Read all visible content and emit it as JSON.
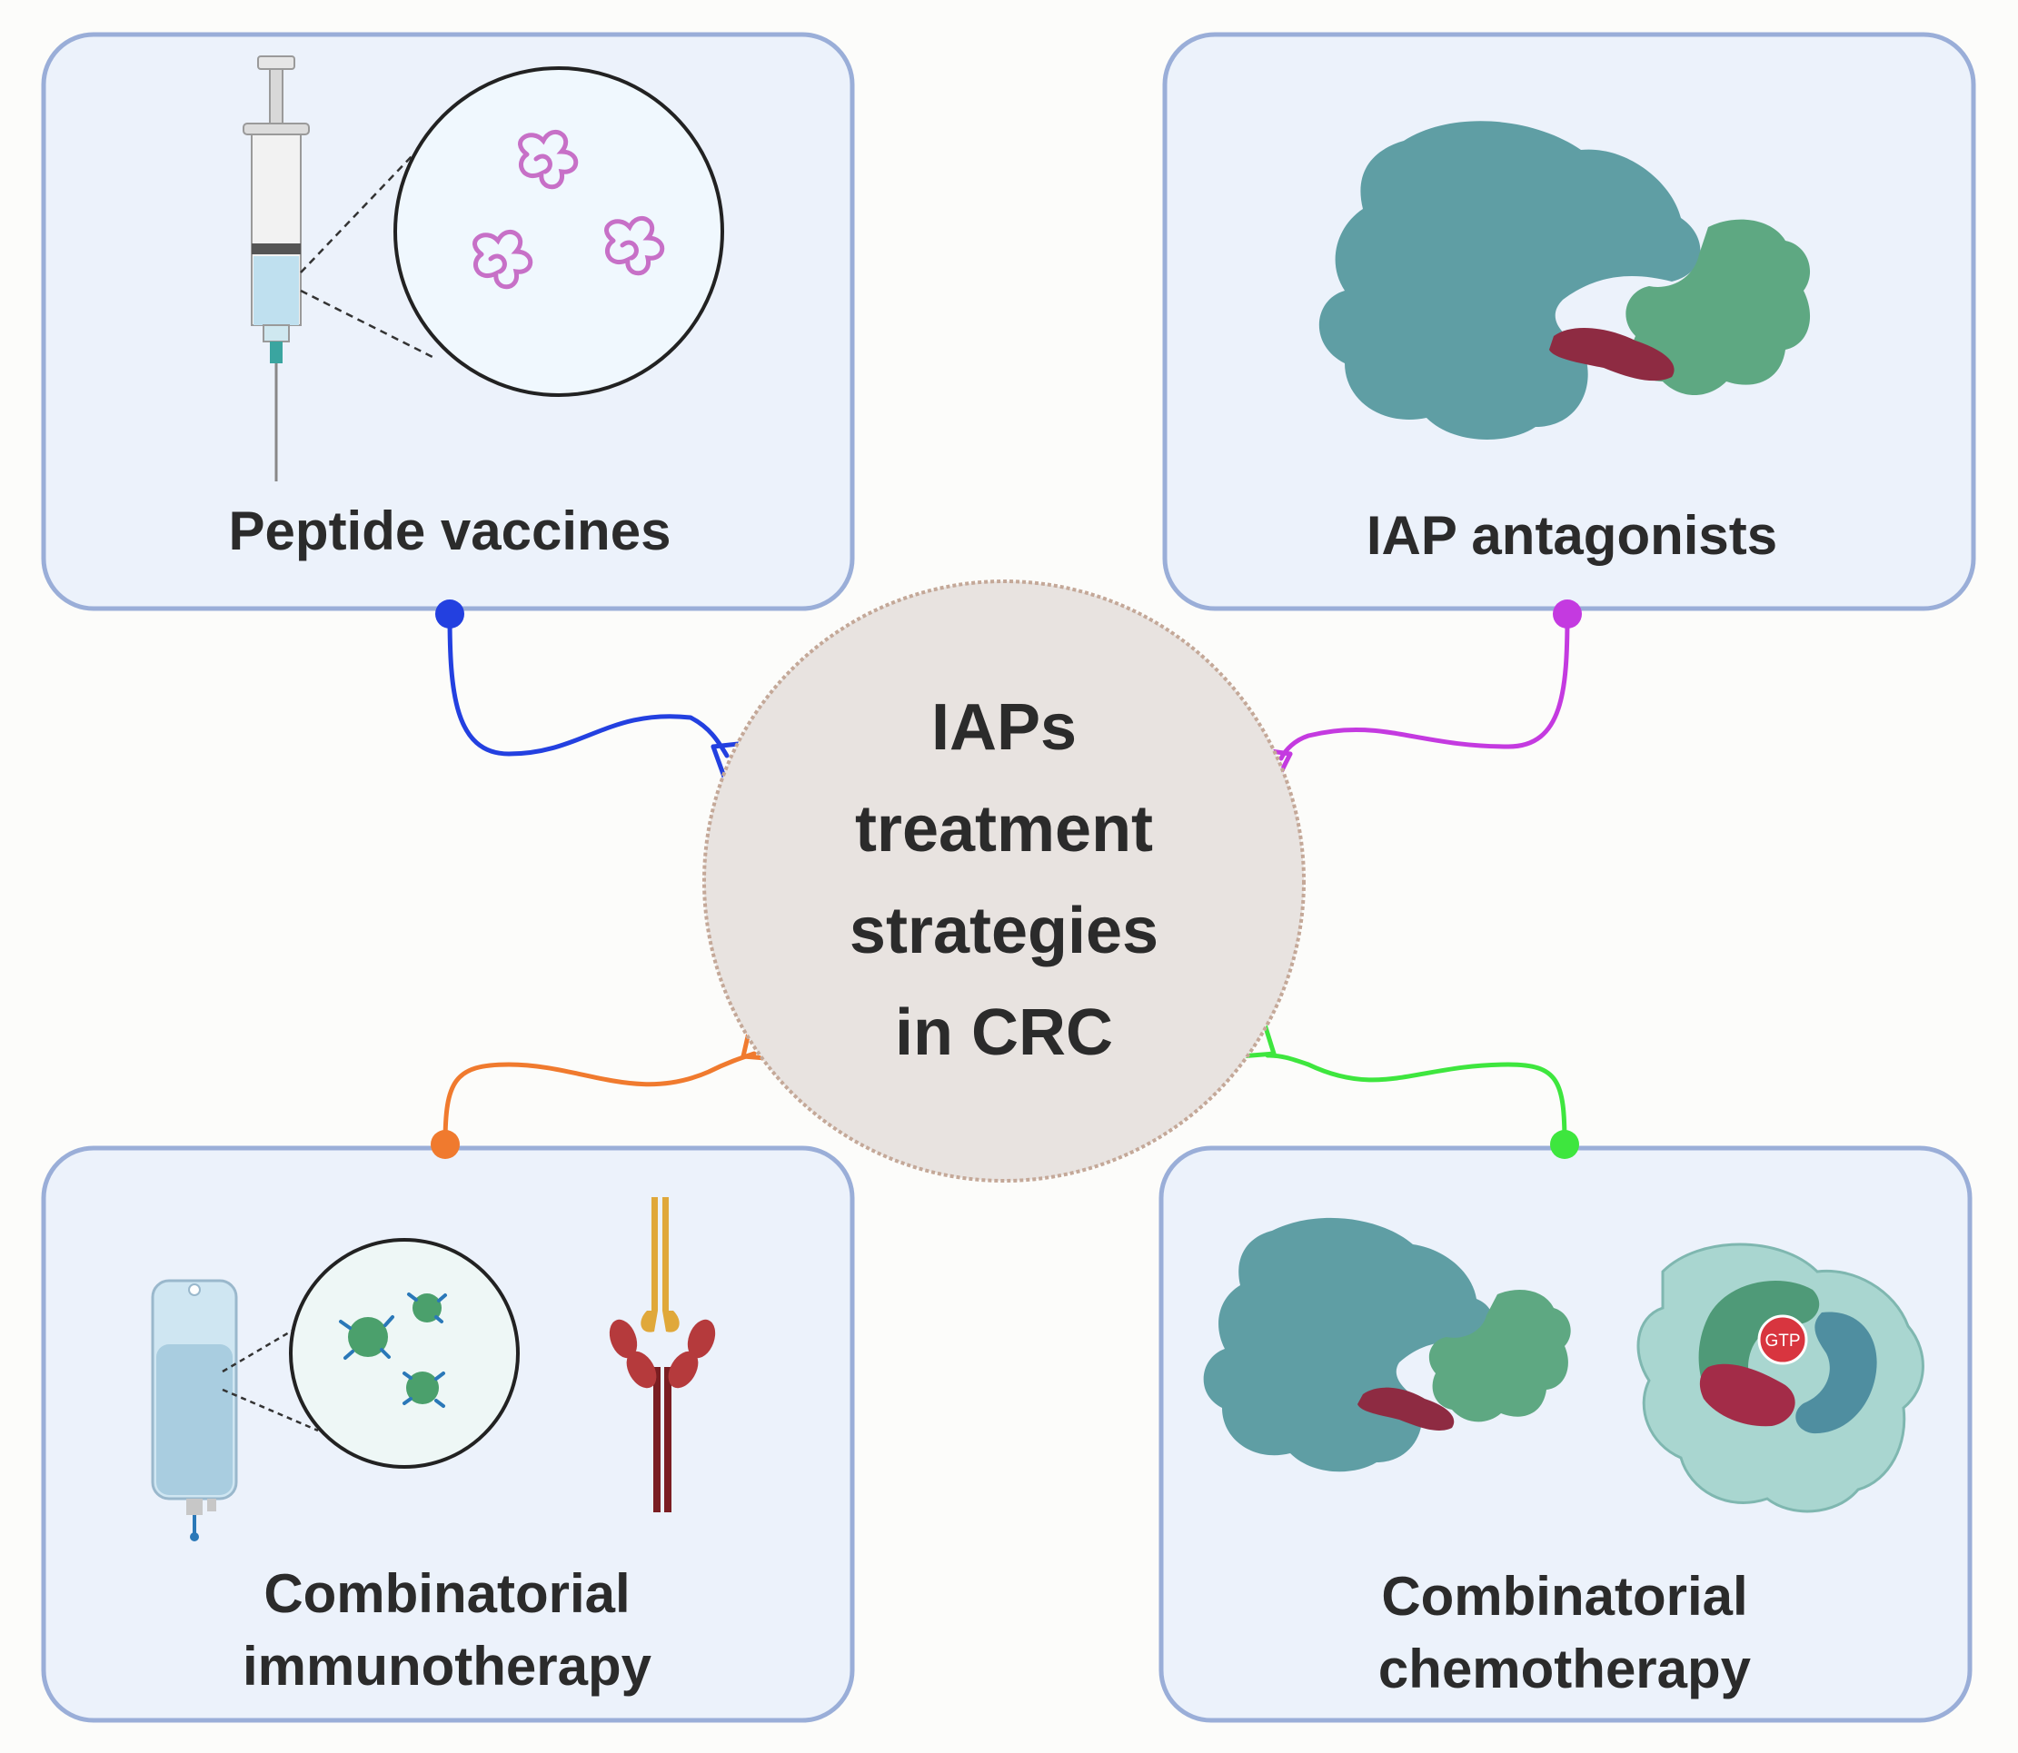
{
  "center": {
    "lines": [
      "IAPs",
      "treatment",
      "strategies",
      "in CRC"
    ]
  },
  "boxes": {
    "peptide_vaccines": {
      "label": "Peptide vaccines",
      "connector_color": "#2340e0"
    },
    "iap_antagonists": {
      "label": "IAP antagonists",
      "connector_color": "#c43ae0"
    },
    "combinatorial_immunotherapy": {
      "lines": [
        "Combinatorial",
        "immunotherapy"
      ],
      "connector_color": "#f07a2e"
    },
    "combinatorial_chemotherapy": {
      "lines": [
        "Combinatorial",
        "chemotherapy"
      ],
      "connector_color": "#3ee63e"
    }
  },
  "icons": {
    "gtp_label": "GTP"
  },
  "colors": {
    "box_fill": "#ecf2fb",
    "box_border": "#9aaed8",
    "center_fill": "#e8e3e0",
    "center_border": "#c4a898",
    "teal_protein": "#5f9ea4",
    "green_protein": "#5ea882",
    "red_peptide": "#8e2b42"
  }
}
